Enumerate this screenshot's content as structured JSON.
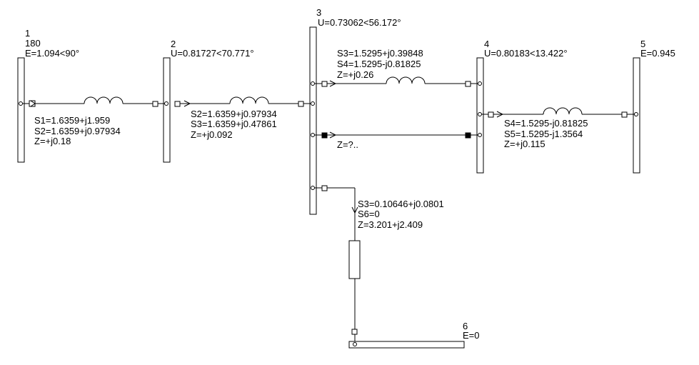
{
  "buses": [
    {
      "id": "bus-1",
      "number": "1",
      "extra": "180",
      "value": "E=1.094<90°"
    },
    {
      "id": "bus-2",
      "number": "2",
      "value": "U=0.81727<70.771°"
    },
    {
      "id": "bus-3",
      "number": "3",
      "value": "U=0.73062<56.172°"
    },
    {
      "id": "bus-4",
      "number": "4",
      "value": "U=0.80183<13.422°"
    },
    {
      "id": "bus-5",
      "number": "5",
      "value": "E=0.945"
    },
    {
      "id": "bus-6",
      "number": "6",
      "value": "E=0"
    }
  ],
  "branches": [
    {
      "id": "branch-1-2",
      "lines": [
        "S1=1.6359+j1.959",
        "S2=1.6359+j0.97934",
        "Z=+j0.18"
      ]
    },
    {
      "id": "branch-2-3",
      "lines": [
        "S2=1.6359+j0.97934",
        "S3=1.6359+j0.47861",
        "Z=+j0.092"
      ]
    },
    {
      "id": "branch-3-4-a",
      "lines": [
        "S3=1.5295+j0.39848",
        "S4=1.5295-j0.81825",
        "Z=+j0.26"
      ]
    },
    {
      "id": "branch-3-4-b",
      "lines": [
        "Z=?.."
      ]
    },
    {
      "id": "branch-4-5",
      "lines": [
        "S4=1.5295-j0.81825",
        "S5=1.5295-j1.3564",
        "Z=+j0.115"
      ]
    },
    {
      "id": "branch-3-6",
      "lines": [
        "S3=0.10646+j0.0801",
        "S6=0",
        "Z=3.201+j2.409"
      ]
    }
  ]
}
